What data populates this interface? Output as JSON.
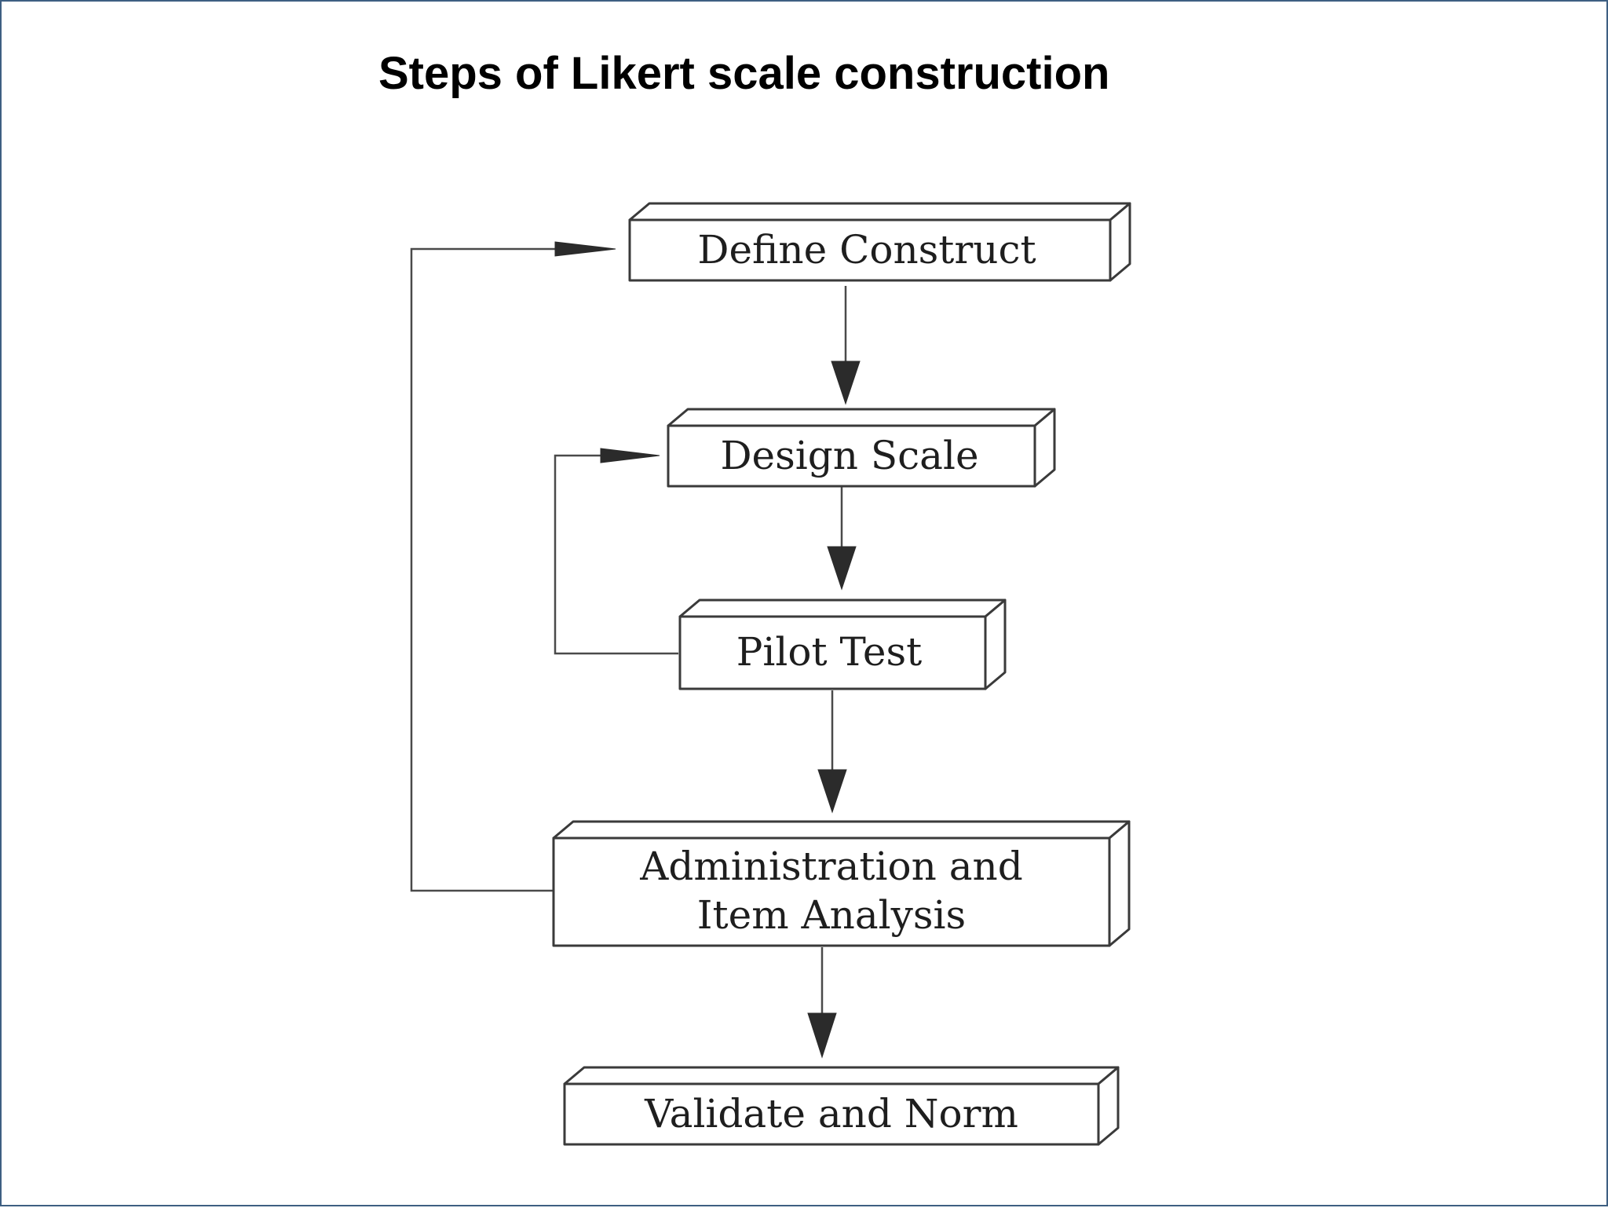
{
  "title": "Steps of Likert scale construction",
  "steps": {
    "define": {
      "label": "Define Construct"
    },
    "design": {
      "label": "Design Scale"
    },
    "pilot": {
      "label": "Pilot Test"
    },
    "admin": {
      "line1": "Administration and",
      "line2": "Item Analysis"
    },
    "validate": {
      "label": "Validate and Norm"
    }
  },
  "colors": {
    "slide_border": "#3e5f82",
    "ink": "#2b2b2b"
  }
}
